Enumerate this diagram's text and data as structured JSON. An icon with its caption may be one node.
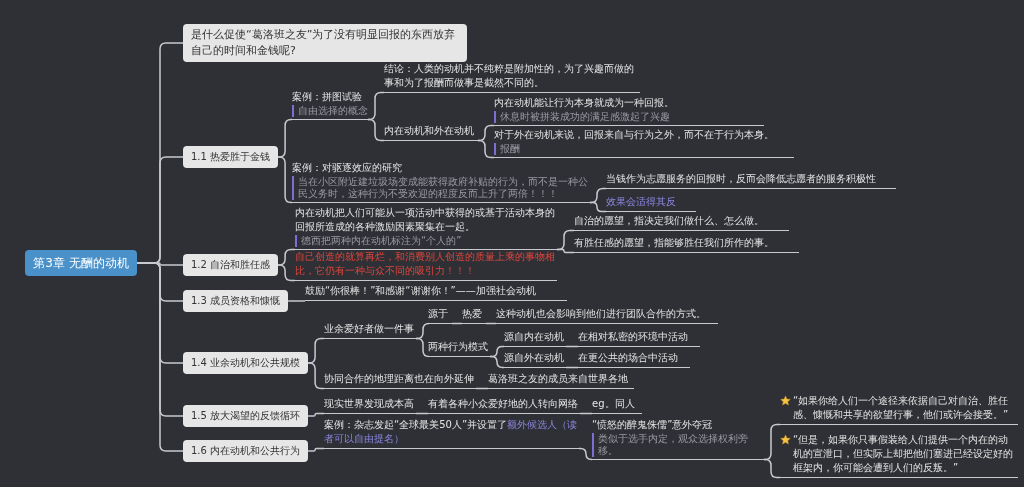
{
  "diagram": {
    "nodes": [
      {
        "text": [
          "第3章 无酬的动机"
        ]
      },
      {
        "text": [
          "是什么促使“葛洛班之友”为了没有明显回报的东西放弃自己的时间和金钱呢?"
        ]
      },
      {
        "text": [
          "1.1 热爱胜于金钱"
        ]
      },
      {
        "text": [
          "案例：拼图试验",
          "自由选择的概念"
        ]
      },
      {
        "text": [
          "结论：人类的动机并不纯粹是附加性的，为了兴趣而做的事和为了报酬而做事是截然不同的。"
        ]
      },
      {
        "text": [
          "内在动机和外在动机"
        ]
      },
      {
        "text": [
          "内在动机能让行为本身就成为一种回报。",
          "休息时被拼装成功的满足感激起了兴趣"
        ]
      },
      {
        "text": [
          "对于外在动机来说，回报来自与行为之外，而不在于行为本身。",
          "报酬"
        ]
      },
      {
        "text": [
          "案例：对驱逐效应的研究",
          "当在小区附近建垃圾场变成能获得政府补贴的行为，而不是一种公民义务时，这种行为不受欢迎的程度反而上升了两倍！！！"
        ]
      },
      {
        "text": [
          "当钱作为志愿服务的回报时，反而会降低志愿者的服务积极性"
        ]
      },
      {
        "text": [
          "效果会适得其反"
        ]
      },
      {
        "text": [
          "1.2 自治和胜任感"
        ]
      },
      {
        "text": [
          "内在动机把人们可能从一项活动中获得的或基于活动本身的回报所造成的各种激励因素聚集在一起。",
          "德西把两种内在动机标注为“个人的”"
        ]
      },
      {
        "text": [
          "自己创造的就算再烂，和消费别人创造的质量上乘的事物相比，它仍有一种与众不同的吸引力！！！"
        ]
      },
      {
        "text": [
          "自治的愿望，指决定我们做什么、怎么做。"
        ]
      },
      {
        "text": [
          "有胜任感的愿望，指能够胜任我们所作的事。"
        ]
      },
      {
        "text": [
          "1.3 成员资格和慷慨"
        ]
      },
      {
        "text": [
          "鼓励“你很棒！”和感谢“谢谢你！”——加强社会动机"
        ]
      },
      {
        "text": [
          "1.4 业余动机和公共规模"
        ]
      },
      {
        "text": [
          "业余爱好者做一件事"
        ]
      },
      {
        "text": [
          "源于"
        ]
      },
      {
        "text": [
          "热爱"
        ]
      },
      {
        "text": [
          "这种动机也会影响到他们进行团队合作的方式。"
        ]
      },
      {
        "text": [
          "两种行为模式"
        ]
      },
      {
        "text": [
          "源自内在动机"
        ]
      },
      {
        "text": [
          "在相对私密的环境中活动"
        ]
      },
      {
        "text": [
          "源自外在动机"
        ]
      },
      {
        "text": [
          "在更公共的场合中活动"
        ]
      },
      {
        "text": [
          "协同合作的地理距离也在向外延伸"
        ]
      },
      {
        "text": [
          "葛洛班之友的成员来自世界各地"
        ]
      },
      {
        "text": [
          "1.5 放大渴望的反馈循环"
        ]
      },
      {
        "text": [
          "现实世界发现成本高"
        ]
      },
      {
        "text": [
          "有着各种小众爱好地的人转向网络"
        ]
      },
      {
        "text": [
          "eg。同人"
        ]
      },
      {
        "text": [
          "1.6 内在动机和公共行为"
        ]
      },
      {
        "text": [
          "案例：杂志发起“全球最美50人”并设置了",
          "额外候选人（读者可以自由提名）"
        ]
      },
      {
        "text": [
          "“愤怒的醉鬼侏儒”意外夺冠",
          "类似于选手内定，观众选择权利旁移。"
        ]
      },
      {
        "text": [
          "“如果你给人们一个途径来依据自己对自治、胜任感、慷慨和共享的欲望行事，他们或许会接受。”"
        ]
      },
      {
        "text": [
          "“但是，如果你只事假装给人们提供一个内在的动机的宣泄口，但实际上却把他们塞进已经设定好的框架内，你可能会遭到人们的反叛。”"
        ]
      }
    ],
    "edges": [
      {
        "from": 0,
        "to": 1,
        "arrow": "none"
      },
      {
        "from": 0,
        "to": 2,
        "arrow": "none"
      },
      {
        "from": 0,
        "to": 11,
        "arrow": "none"
      },
      {
        "from": 0,
        "to": 16,
        "arrow": "none"
      },
      {
        "from": 0,
        "to": 18,
        "arrow": "none"
      },
      {
        "from": 0,
        "to": 30,
        "arrow": "none"
      },
      {
        "from": 0,
        "to": 34,
        "arrow": "none"
      },
      {
        "from": 2,
        "to": 3,
        "arrow": "none"
      },
      {
        "from": 2,
        "to": 8,
        "arrow": "none"
      },
      {
        "from": 3,
        "to": 4,
        "arrow": "none"
      },
      {
        "from": 3,
        "to": 5,
        "arrow": "none"
      },
      {
        "from": 5,
        "to": 6,
        "arrow": "none"
      },
      {
        "from": 5,
        "to": 7,
        "arrow": "none"
      },
      {
        "from": 8,
        "to": 9,
        "arrow": "none"
      },
      {
        "from": 8,
        "to": 10,
        "arrow": "none"
      },
      {
        "from": 11,
        "to": 12,
        "arrow": "none"
      },
      {
        "from": 11,
        "to": 13,
        "arrow": "none"
      },
      {
        "from": 12,
        "to": 14,
        "arrow": "none"
      },
      {
        "from": 12,
        "to": 15,
        "arrow": "none"
      },
      {
        "from": 16,
        "to": 17,
        "arrow": "none"
      },
      {
        "from": 18,
        "to": 19,
        "arrow": "none"
      },
      {
        "from": 18,
        "to": 28,
        "arrow": "none"
      },
      {
        "from": 19,
        "to": 20,
        "arrow": "none"
      },
      {
        "from": 20,
        "to": 21,
        "arrow": "none"
      },
      {
        "from": 21,
        "to": 22,
        "arrow": "none"
      },
      {
        "from": 19,
        "to": 23,
        "arrow": "none"
      },
      {
        "from": 23,
        "to": 24,
        "arrow": "none"
      },
      {
        "from": 23,
        "to": 26,
        "arrow": "none"
      },
      {
        "from": 24,
        "to": 25,
        "arrow": "none"
      },
      {
        "from": 26,
        "to": 27,
        "arrow": "none"
      },
      {
        "from": 28,
        "to": 29,
        "arrow": "none"
      },
      {
        "from": 30,
        "to": 31,
        "arrow": "none"
      },
      {
        "from": 31,
        "to": 32,
        "arrow": "none"
      },
      {
        "from": 32,
        "to": 33,
        "arrow": "none"
      },
      {
        "from": 34,
        "to": 35,
        "arrow": "none"
      },
      {
        "from": 35,
        "to": 36,
        "arrow": "none"
      },
      {
        "from": 36,
        "to": 37,
        "arrow": "none"
      },
      {
        "from": 36,
        "to": 38,
        "arrow": "none"
      }
    ]
  }
}
